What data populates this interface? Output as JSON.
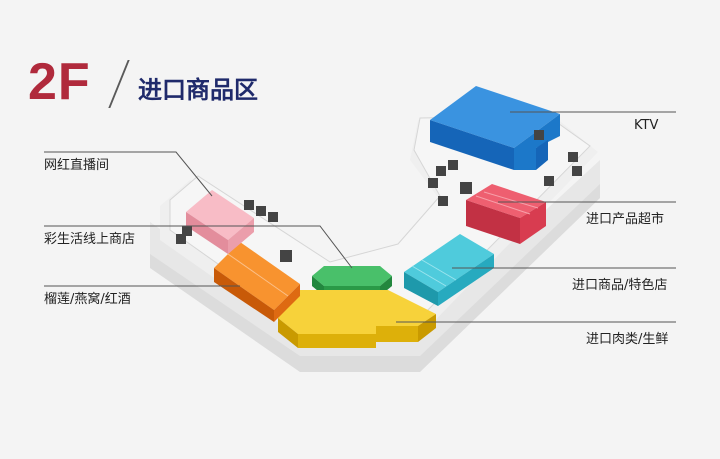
{
  "header": {
    "floor": "2F",
    "zone_title": "进口商品区"
  },
  "zones": {
    "live_room": "网红直播间",
    "lottery_shop": "彩生活线上商店",
    "durian_wine": "榴莲/燕窝/红酒",
    "ktv": "KTV",
    "imported_supermarket": "进口产品超市",
    "imported_specialty": "进口商品/特色店",
    "imported_meat": "进口肉类/生鲜"
  },
  "colors": {
    "ktv": "#1f7fd0",
    "supermarket": "#e0475a",
    "specialty": "#2bb5c8",
    "meat": "#f2c40f",
    "durian": "#f07a1c",
    "green": "#2fa84f",
    "live": "#f4a8b4"
  }
}
